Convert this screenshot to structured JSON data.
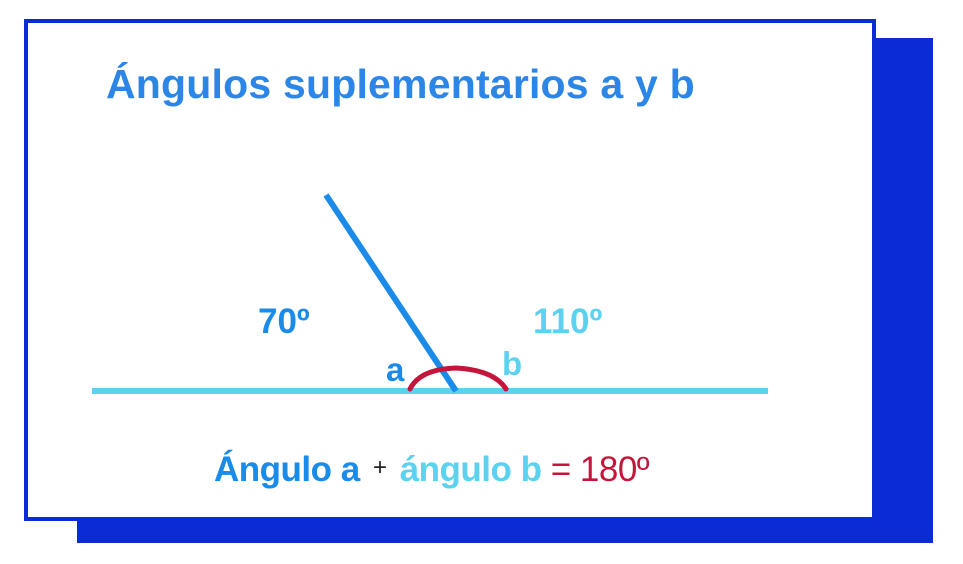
{
  "title": "Ángulos suplementarios a y b",
  "angles": {
    "a": {
      "label": "a",
      "degrees": "70º"
    },
    "b": {
      "label": "b",
      "degrees": "110º"
    }
  },
  "formula": {
    "part_a": "Ángulo a",
    "plus": "+",
    "part_b": "ángulo b",
    "equals": "= 180º"
  },
  "colors": {
    "frame": "#0a2bd6",
    "title": "#2b86e8",
    "angle_a": "#1a8be8",
    "angle_b": "#5ad2f0",
    "arc": "#c4163c"
  }
}
